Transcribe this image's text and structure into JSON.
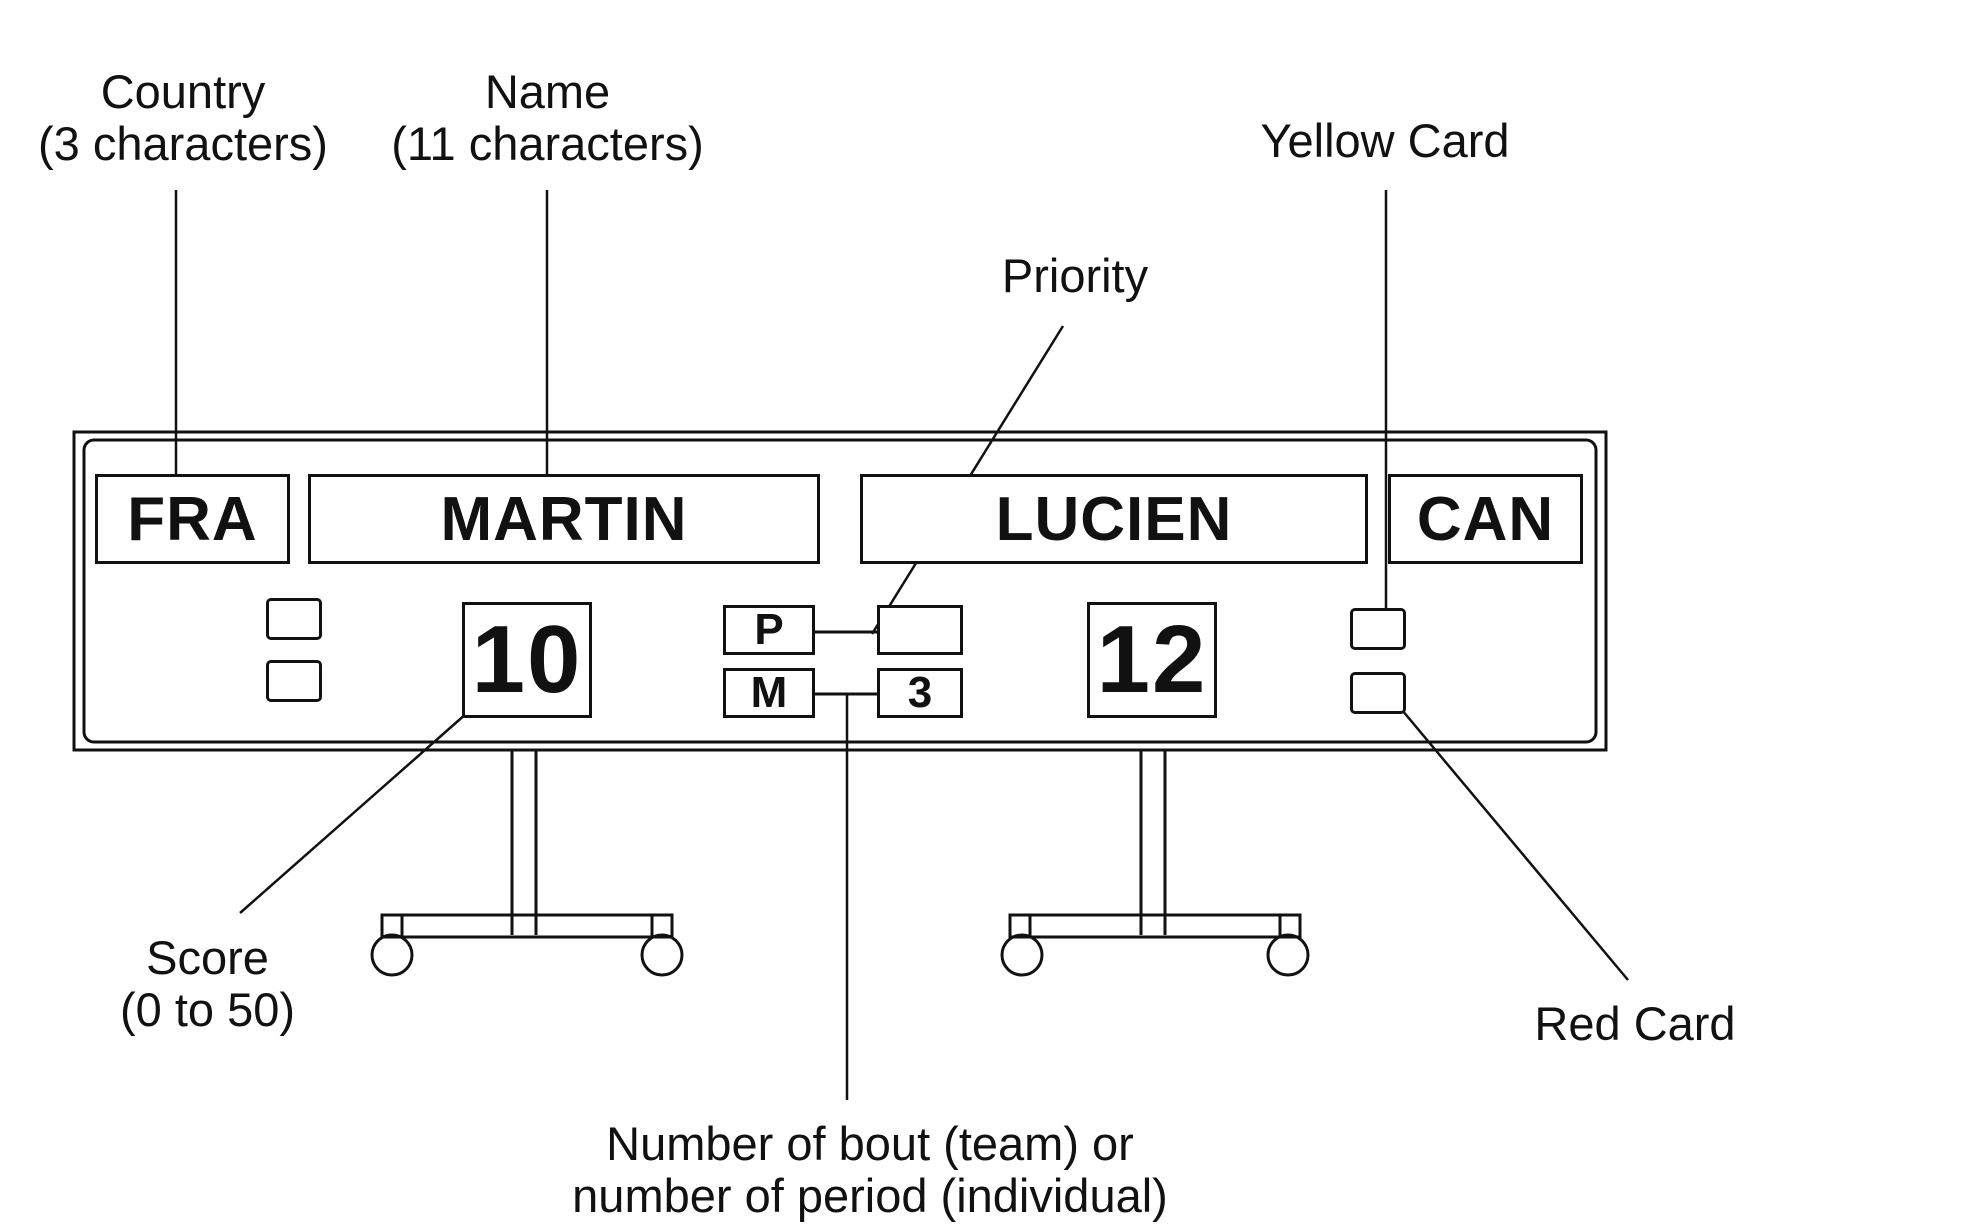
{
  "callouts": {
    "country": [
      "Country",
      "(3 characters)"
    ],
    "name": [
      "Name",
      "(11 characters)"
    ],
    "yellow_card": "Yellow Card",
    "priority": "Priority",
    "score": [
      "Score",
      "(0 to 50)"
    ],
    "red_card": "Red Card",
    "bout": [
      "Number of bout (team) or",
      "number of period (individual)"
    ]
  },
  "scoreboard": {
    "left": {
      "country": "FRA",
      "name": "MARTIN",
      "score": "10"
    },
    "right": {
      "country": "CAN",
      "name": "LUCIEN",
      "score": "12"
    },
    "priority_label": "P",
    "match_label": "M",
    "bout_number": "3"
  },
  "colors": {
    "ink": "#111111",
    "background": "#ffffff"
  }
}
